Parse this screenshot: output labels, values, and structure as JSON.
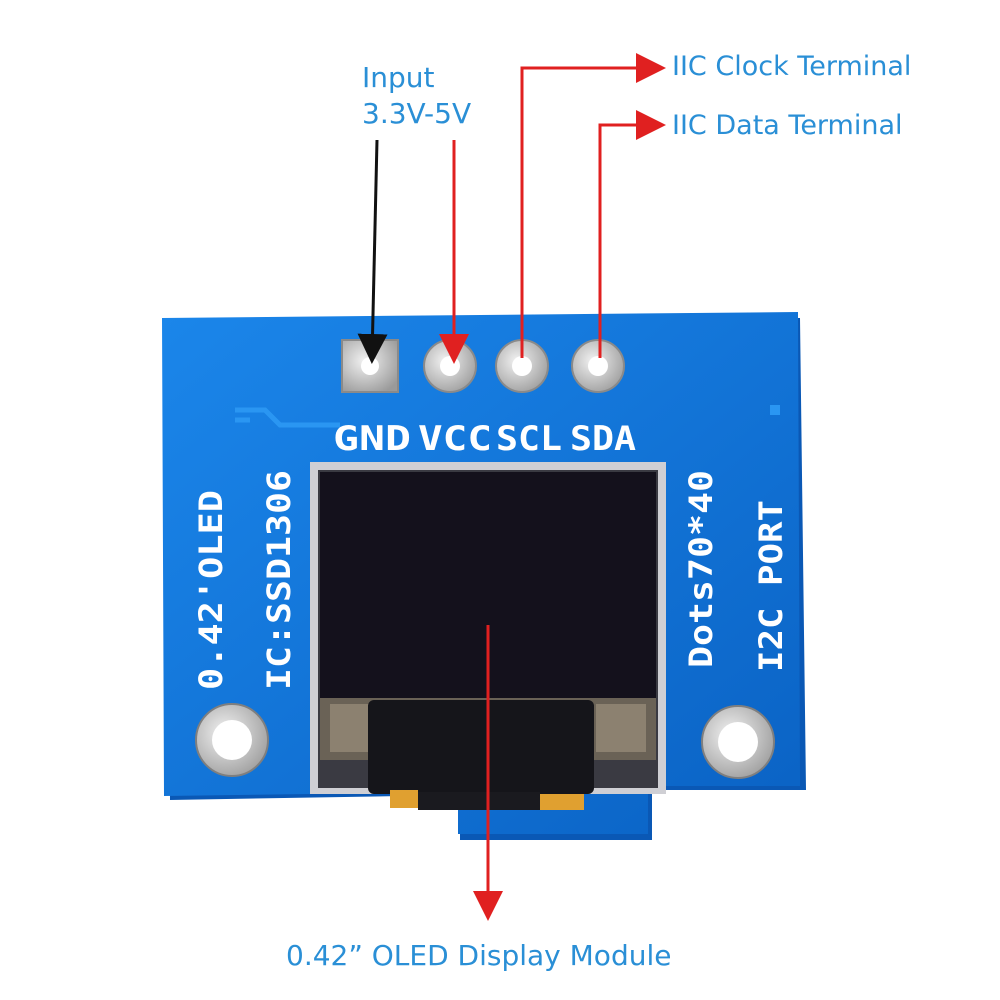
{
  "callouts": {
    "input": {
      "line1": "Input",
      "line2": "3.3V-5V"
    },
    "iic_clock": "IIC Clock Terminal",
    "iic_data": "IIC Data Terminal",
    "module": "0.42”  OLED Display Module"
  },
  "board": {
    "pins": [
      "GND",
      "VCC",
      "SCL",
      "SDA"
    ],
    "left_text": [
      "0.42'OLED",
      "IC:SSD1306"
    ],
    "right_text": [
      "Dots70*40",
      "I2C PORT"
    ]
  },
  "colors": {
    "pcb": "#0a6fd8",
    "pcb_edge": "#1a85e8",
    "arrow_red": "#e02020",
    "arrow_black": "#111111",
    "label_blue": "#2a8fd6",
    "pad_silver": "#c9c9c9",
    "screen": "#14111c"
  }
}
